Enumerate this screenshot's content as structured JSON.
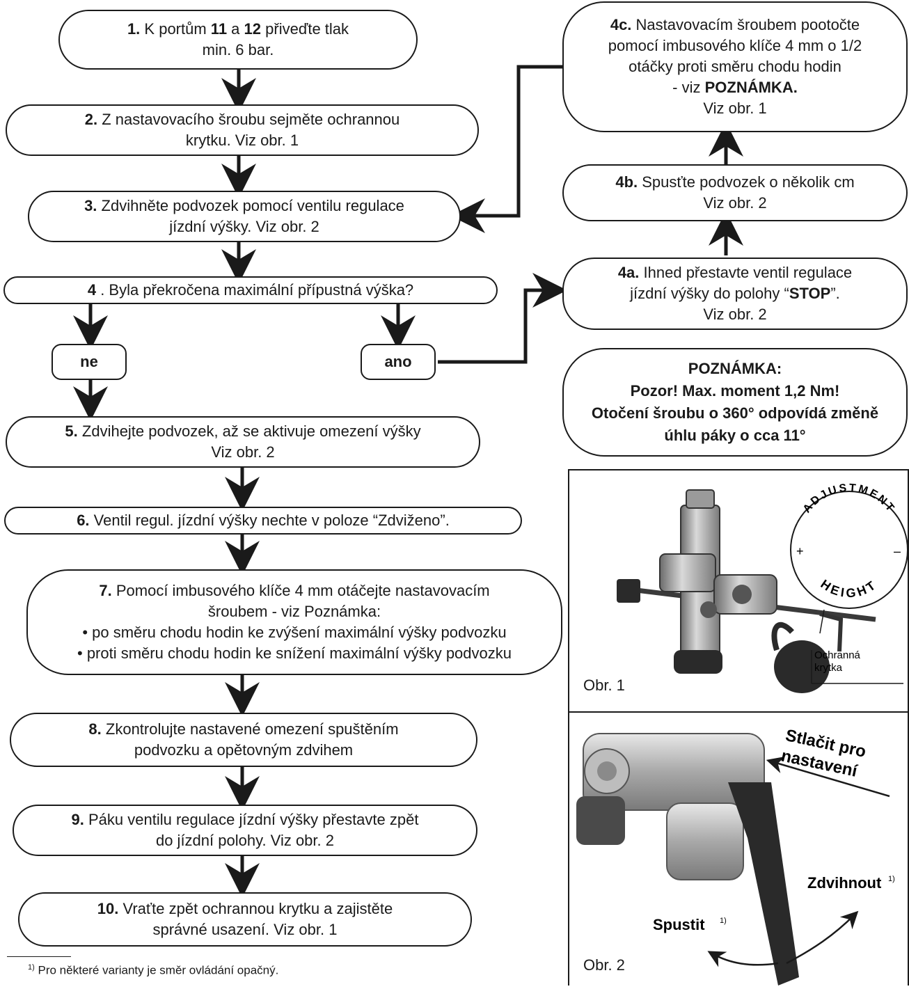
{
  "steps": {
    "s1": {
      "num": "1.",
      "lines": [
        [
          [
            "K portům ",
            0
          ],
          [
            "11",
            1
          ],
          [
            " a ",
            0
          ],
          [
            "12",
            1
          ],
          [
            " přiveďte tlak",
            0
          ]
        ],
        [
          [
            "min. 6 bar.",
            0
          ]
        ]
      ]
    },
    "s2": {
      "num": "2.",
      "lines": [
        [
          [
            "Z nastavovacího šroubu sejměte ochrannou",
            0
          ]
        ],
        [
          [
            "krytku. Viz obr. 1",
            0
          ]
        ]
      ]
    },
    "s3": {
      "num": "3.",
      "lines": [
        [
          [
            "Zdvihněte podvozek pomocí ventilu regulace",
            0
          ]
        ],
        [
          [
            "jízdní výšky. Viz obr. 2",
            0
          ]
        ]
      ]
    },
    "s4": {
      "num": "4",
      "lines": [
        [
          [
            ". Byla překročena maximální přípustná výška?",
            0
          ]
        ]
      ]
    },
    "ne": {
      "label": "ne"
    },
    "ano": {
      "label": "ano"
    },
    "s5": {
      "num": "5.",
      "lines": [
        [
          [
            "Zdvihejte podvozek, až se aktivuje omezení výšky",
            0
          ]
        ],
        [
          [
            "Viz obr. 2",
            0
          ]
        ]
      ]
    },
    "s6": {
      "num": "6.",
      "lines": [
        [
          [
            "Ventil regul. jízdní výšky nechte v poloze “Zdviženo”.",
            0
          ]
        ]
      ]
    },
    "s7": {
      "num": "7.",
      "lines": [
        [
          [
            "Pomocí imbusového klíče 4 mm otáčejte nastavovacím",
            0
          ]
        ],
        [
          [
            "šroubem - viz Poznámka:",
            0
          ]
        ],
        [
          [
            "• po směru chodu hodin ke zvýšení maximální výšky podvozku",
            0
          ]
        ],
        [
          [
            "• proti směru chodu hodin ke snížení maximální výšky podvozku",
            0
          ]
        ]
      ]
    },
    "s8": {
      "num": "8.",
      "lines": [
        [
          [
            "Zkontrolujte nastavené omezení spuštěním",
            0
          ]
        ],
        [
          [
            "podvozku a opětovným zdvihem",
            0
          ]
        ]
      ]
    },
    "s9": {
      "num": "9.",
      "lines": [
        [
          [
            "Páku ventilu regulace jízdní výšky přestavte zpět",
            0
          ]
        ],
        [
          [
            "do jízdní polohy.  Viz obr. 2",
            0
          ]
        ]
      ]
    },
    "s10": {
      "num": "10.",
      "lines": [
        [
          [
            "Vraťte zpět ochrannou krytku a zajistěte",
            0
          ]
        ],
        [
          [
            "správné usazení. Viz obr. 1",
            0
          ]
        ]
      ]
    },
    "s4a": {
      "num": "4a.",
      "lines": [
        [
          [
            "Ihned přestavte ventil regulace",
            0
          ]
        ],
        [
          [
            "jízdní výšky do polohy “",
            0
          ],
          [
            "STOP",
            1
          ],
          [
            "”.",
            0
          ]
        ],
        [
          [
            "Viz obr. 2",
            0
          ]
        ]
      ]
    },
    "s4b": {
      "num": "4b.",
      "lines": [
        [
          [
            "Spusťte podvozek o několik cm",
            0
          ]
        ],
        [
          [
            "Viz obr. 2",
            0
          ]
        ]
      ]
    },
    "s4c": {
      "num": "4c.",
      "lines": [
        [
          [
            "Nastavovacím šroubem pootočte",
            0
          ]
        ],
        [
          [
            "pomocí imbusového klíče 4 mm o 1/2",
            0
          ]
        ],
        [
          [
            "otáčky proti směru chodu hodin",
            0
          ]
        ],
        [
          [
            "- viz ",
            0
          ],
          [
            "POZNÁMKA.",
            1
          ]
        ],
        [
          [
            "Viz obr. 1",
            0
          ]
        ]
      ]
    }
  },
  "note": {
    "lines": [
      "POZNÁMKA:",
      "Pozor! Max. moment 1,2 Nm!",
      "Otočení šroubu o 360° odpovídá změně",
      "úhlu páky o cca 11°"
    ]
  },
  "figure1": {
    "label": "Obr. 1",
    "dial_top": "ADJUSTMENT",
    "dial_bottom": "HEIGHT",
    "dial_plus": "+",
    "dial_minus": "–",
    "callout_line1": "Ochranná",
    "callout_line2": "krytka"
  },
  "figure2": {
    "label": "Obr. 2",
    "press_line1": "Stlačit pro",
    "press_line2": "nastavení",
    "lift": "Zdvihnout",
    "lower": "Spustit",
    "footnote_mark": "1)"
  },
  "footnote": {
    "mark": "1)",
    "text": " Pro některé varianty je směr ovládání opačný."
  },
  "colors": {
    "ink": "#1a1a1a",
    "metal_light": "#d9d9d9",
    "metal_mid": "#a8a8a8",
    "metal_dark": "#6b6b6b",
    "handle": "#2a2a2a"
  }
}
